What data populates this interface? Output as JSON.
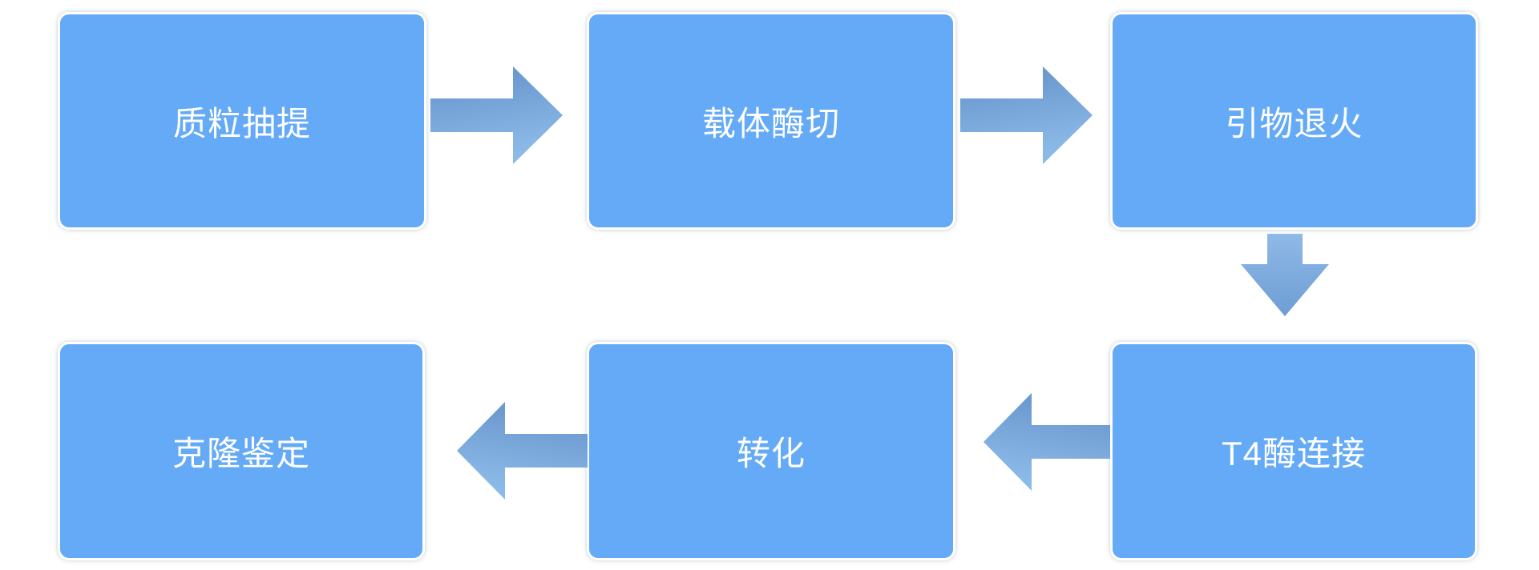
{
  "diagram": {
    "type": "flowchart",
    "background_color": "#ffffff",
    "node_fill_color": "#64aaf6",
    "node_border_color": "#ffffff",
    "node_text_color": "#ffffff",
    "arrow_gradient_dark": "#6694cc",
    "arrow_gradient_light": "#8cbae8",
    "nodes": [
      {
        "id": "plasmid-extraction",
        "label": "质粒抽提",
        "row": 1,
        "col": 1
      },
      {
        "id": "vector-digestion",
        "label": "载体酶切",
        "row": 1,
        "col": 2
      },
      {
        "id": "primer-annealing",
        "label": "引物退火",
        "row": 1,
        "col": 3
      },
      {
        "id": "t4-ligase-ligation",
        "label": "T4酶连接",
        "row": 2,
        "col": 3
      },
      {
        "id": "transformation",
        "label": "转化",
        "row": 2,
        "col": 2
      },
      {
        "id": "clone-identification",
        "label": "克隆鉴定",
        "row": 2,
        "col": 1
      }
    ],
    "edges": [
      {
        "from": "质粒抽提",
        "to": "载体酶切",
        "direction": "right"
      },
      {
        "from": "载体酶切",
        "to": "引物退火",
        "direction": "right"
      },
      {
        "from": "引物退火",
        "to": "T4酶连接",
        "direction": "down"
      },
      {
        "from": "T4酶连接",
        "to": "转化",
        "direction": "left"
      },
      {
        "from": "转化",
        "to": "克隆鉴定",
        "direction": "left"
      }
    ]
  }
}
